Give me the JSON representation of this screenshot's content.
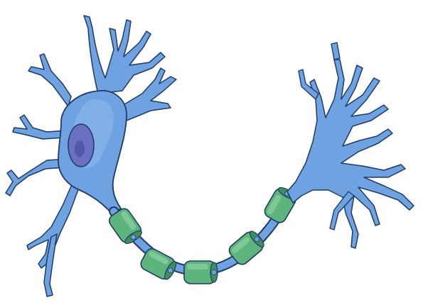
{
  "image": {
    "subject": "neuron",
    "parts": [
      {
        "name": "dendrites",
        "icon": "dendrites-icon"
      },
      {
        "name": "cell-body",
        "icon": "soma-icon"
      },
      {
        "name": "nucleus",
        "icon": "nucleus-icon"
      },
      {
        "name": "axon",
        "icon": "axon-icon"
      },
      {
        "name": "myelin-sheath",
        "icon": "myelin-sheath-icon"
      },
      {
        "name": "axon-terminals",
        "icon": "axon-terminal-icon"
      }
    ]
  },
  "colors": {
    "background": "#ffffff",
    "neuron_fill": "#6fa2e0",
    "neuron_fill_light": "#8db8ec",
    "outline": "#1f3a66",
    "nucleus_fill": "#6a6fc2",
    "nucleolus_fill": "#5558a8",
    "myelin_fill": "#5db57d",
    "myelin_dark": "#3f8f5c",
    "myelin_light": "#8fd1a5"
  }
}
